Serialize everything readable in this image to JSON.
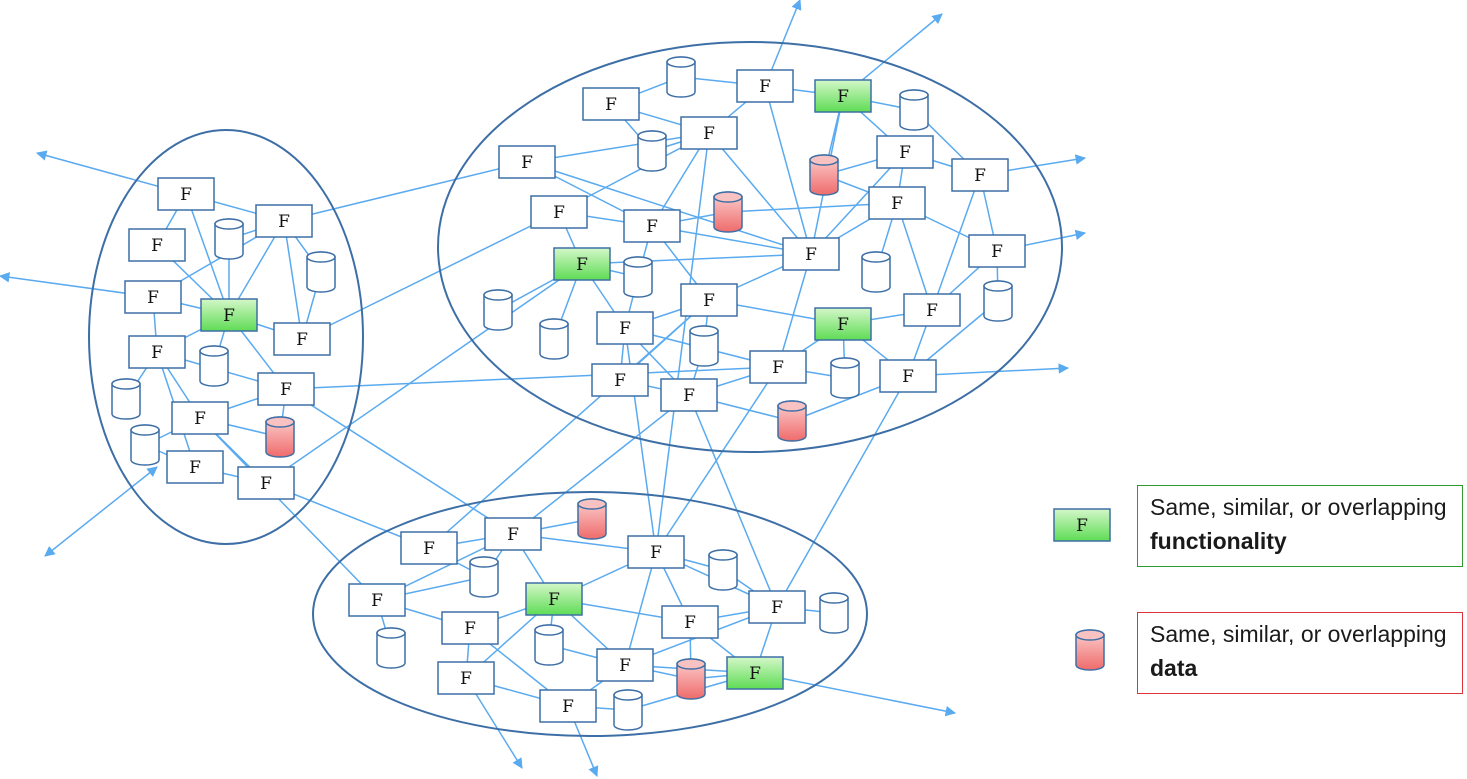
{
  "node_label": "F",
  "colors": {
    "edge": "#5aaaf0",
    "ellipse": "#3d6fa6",
    "func_box_border": "#3d6fa6",
    "func_highlight_top": "#d3f7c8",
    "func_highlight_bottom": "#5fdc55",
    "data_highlight_top": "#fcd0d0",
    "data_highlight_bottom": "#ef6b6b",
    "data_default": "#ffffff"
  },
  "legend": [
    {
      "name": "functionality",
      "icon": "green-function-box",
      "text": "Same, similar, or overlapping ",
      "bold": "functionality"
    },
    {
      "name": "data",
      "icon": "red-data-cylinder",
      "text": "Same, similar, or overlapping ",
      "bold": "data"
    }
  ]
}
